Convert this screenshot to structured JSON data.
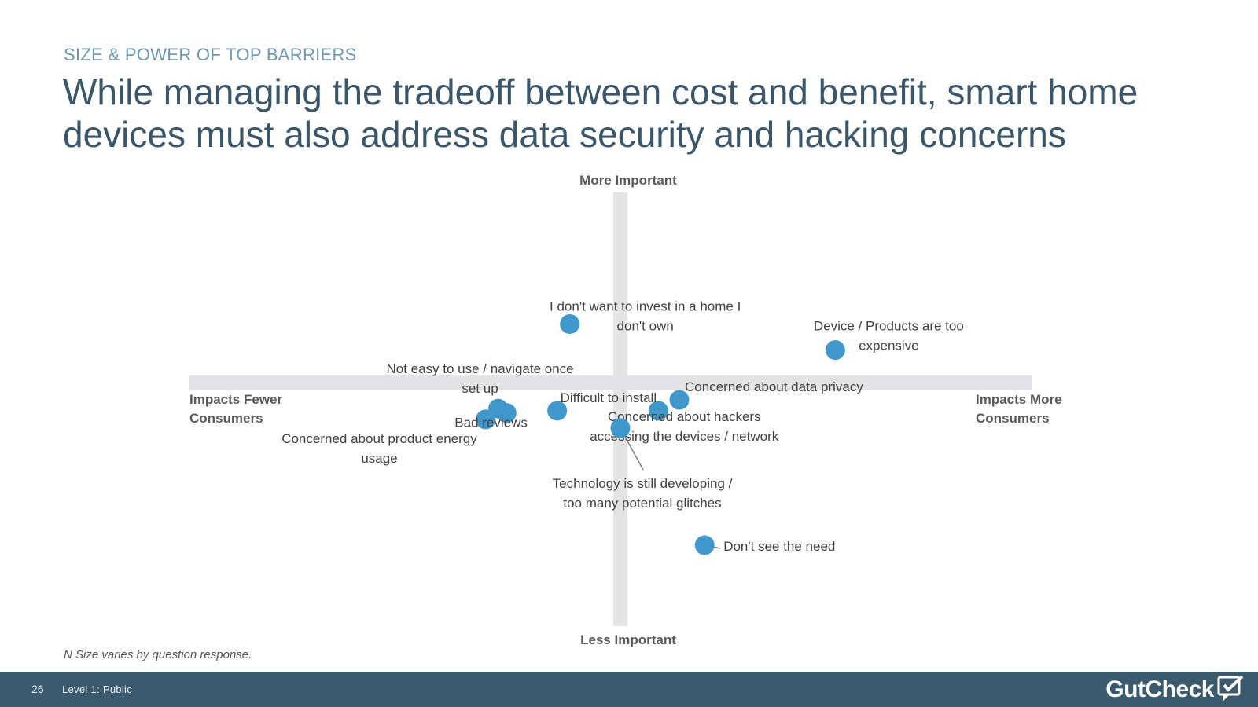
{
  "header": {
    "eyebrow": "SIZE & POWER OF TOP BARRIERS",
    "headline": "While managing the tradeoff between cost and benefit, smart home devices must also address data security and hacking concerns"
  },
  "chart_data": {
    "type": "scatter",
    "title": "",
    "axes": {
      "top": "More Important",
      "bottom": "Less Important",
      "left": [
        "Impacts Fewer",
        "Consumers"
      ],
      "right": [
        "Impacts More",
        "Consumers"
      ]
    },
    "xlim": [
      -100,
      100
    ],
    "ylim": [
      -100,
      100
    ],
    "grid": false,
    "point_color": "#3f97cb",
    "points": [
      {
        "label": [
          "I don't want to invest in a home I",
          "don't own"
        ],
        "x": -12,
        "y": 27
      },
      {
        "label": [
          "Device / Products are too",
          "expensive"
        ],
        "x": 51,
        "y": 15
      },
      {
        "label": [
          "Concerned about data privacy"
        ],
        "x": 14,
        "y": -8
      },
      {
        "label": [
          "Concerned about hackers",
          "accessing the devices / network"
        ],
        "x": 9,
        "y": -13
      },
      {
        "label": [
          "Difficult to install"
        ],
        "x": -15,
        "y": -13
      },
      {
        "label": [
          "Not easy to use / navigate once",
          "set up"
        ],
        "x": -29,
        "y": -12
      },
      {
        "label": [
          "Concerned about product energy",
          "usage"
        ],
        "x": -32,
        "y": -17
      },
      {
        "label": [
          "Bad reviews"
        ],
        "x": -27,
        "y": -14
      },
      {
        "label": [
          "Technology is still developing /",
          "too many potential glitches"
        ],
        "x": 0,
        "y": -21
      },
      {
        "label": [
          "Don't see the need"
        ],
        "x": 20,
        "y": -75
      }
    ]
  },
  "footnote": "N Size varies by question response.",
  "footer": {
    "page_number": "26",
    "classification": "Level 1: Public",
    "brand": "GutCheck"
  }
}
